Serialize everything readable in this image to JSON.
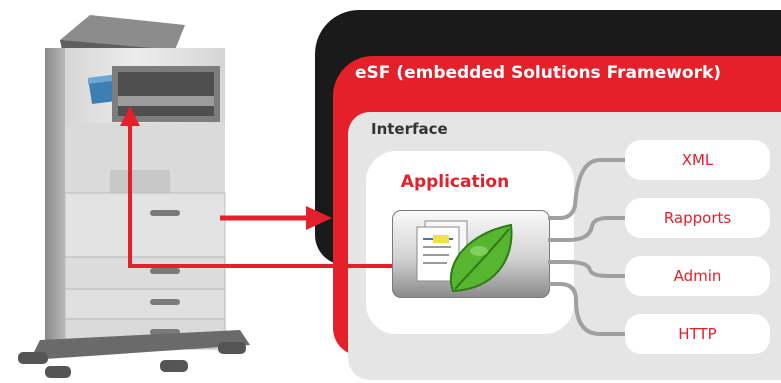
{
  "esf_panel": {
    "title": "eSF (embedded Solutions Framework)"
  },
  "interface_panel": {
    "title": "Interface"
  },
  "application": {
    "title": "Application"
  },
  "services": [
    {
      "label": "XML"
    },
    {
      "label": "Rapports"
    },
    {
      "label": "Admin"
    },
    {
      "label": "HTTP"
    }
  ],
  "colors": {
    "accent_red": "#e4202a",
    "dark_panel": "#1a1a1a",
    "light_panel": "#e5e5e5",
    "connector": "#a0a0a0"
  },
  "icons": [
    "printer-icon",
    "documents-icon",
    "leaf-icon"
  ]
}
